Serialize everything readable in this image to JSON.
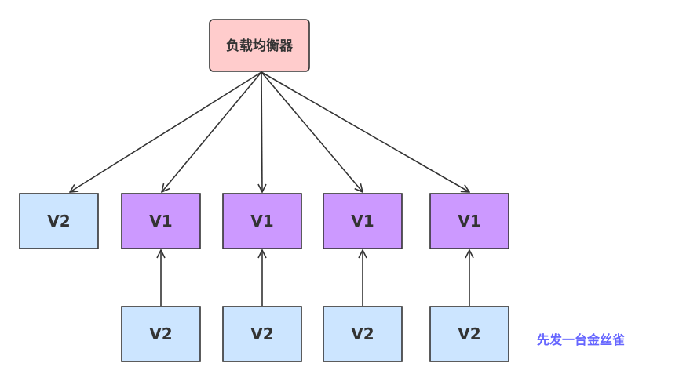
{
  "load_balancer": {
    "label": "负载均衡器",
    "fill": "#ffcccc"
  },
  "top_row": [
    {
      "label": "V2",
      "fill": "#cce5ff"
    },
    {
      "label": "V1",
      "fill": "#cc99ff"
    },
    {
      "label": "V1",
      "fill": "#cc99ff"
    },
    {
      "label": "V1",
      "fill": "#cc99ff"
    },
    {
      "label": "V1",
      "fill": "#cc99ff"
    }
  ],
  "bottom_row": [
    {
      "label": "V2",
      "fill": "#cce5ff"
    },
    {
      "label": "V2",
      "fill": "#cce5ff"
    },
    {
      "label": "V2",
      "fill": "#cce5ff"
    },
    {
      "label": "V2",
      "fill": "#cce5ff"
    }
  ],
  "caption": {
    "text": "先发一台金丝雀",
    "color": "#6666ff"
  },
  "colors": {
    "stroke": "#333333",
    "text": "#333333"
  }
}
